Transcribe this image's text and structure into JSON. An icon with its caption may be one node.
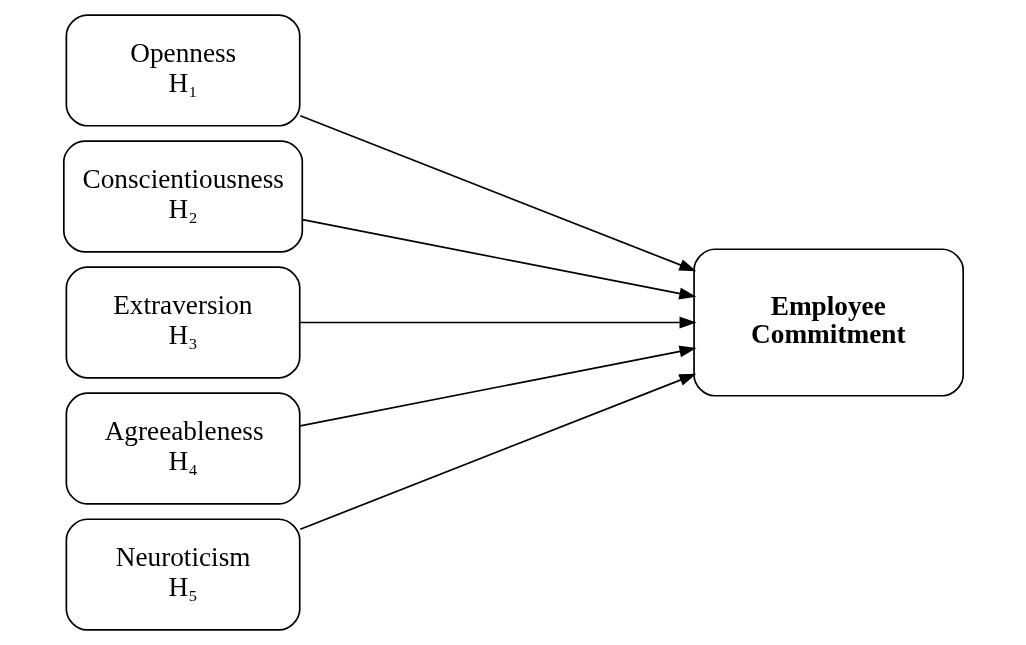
{
  "diagram": {
    "nodes": [
      {
        "text": [
          "Openness",
          "H₁"
        ]
      },
      {
        "text": [
          "Conscientiousness",
          "H₂"
        ]
      },
      {
        "text": [
          "Extraversion",
          "H₃"
        ]
      },
      {
        "text": [
          "Agreeableness",
          "H₄"
        ]
      },
      {
        "text": [
          "Neuroticism",
          "H₅"
        ]
      },
      {
        "text": [
          "Employee Commitment"
        ]
      }
    ],
    "edges": [
      {
        "from": 0,
        "to": 5,
        "arrow": "to"
      },
      {
        "from": 1,
        "to": 5,
        "arrow": "to"
      },
      {
        "from": 2,
        "to": 5,
        "arrow": "to"
      },
      {
        "from": 3,
        "to": 5,
        "arrow": "to"
      },
      {
        "from": 4,
        "to": 5,
        "arrow": "to"
      }
    ]
  }
}
